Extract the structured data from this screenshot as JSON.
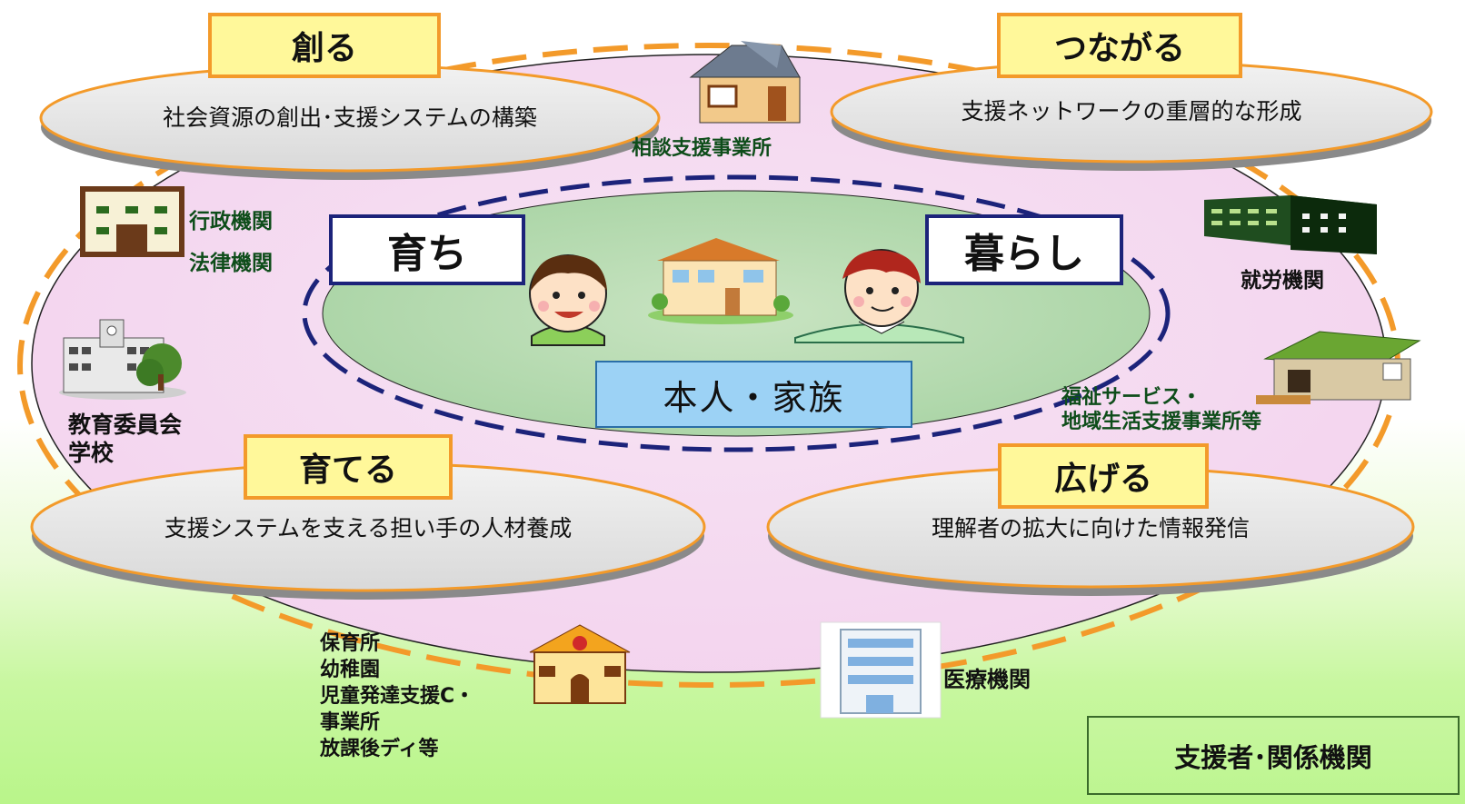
{
  "themes": {
    "create": {
      "title": "創る",
      "text": "社会資源の創出･支援システムの構築"
    },
    "connect": {
      "title": "つながる",
      "text": "支援ネットワークの重層的な形成"
    },
    "nurture": {
      "title": "育てる",
      "text": "支援システムを支える担い手の人材養成"
    },
    "spread": {
      "title": "広げる",
      "text": "理解者の拡大に向けた情報発信"
    }
  },
  "center": {
    "growth": "育ち",
    "living": "暮らし",
    "person_family": "本人・家族"
  },
  "agencies": {
    "consultation": "相談支援事業所",
    "admin": "行政機関",
    "legal": "法律機関",
    "education_1": "教育委員会",
    "education_2": "学校",
    "employment": "就労機関",
    "welfare_1": "福祉サービス・",
    "welfare_2": "地域生活支援事業所等",
    "childcare_1": "保育所",
    "childcare_2": "幼稚園",
    "childcare_3": "児童発達支援C・",
    "childcare_4": "事業所",
    "childcare_5": "放課後ディ等",
    "medical": "医療機関"
  },
  "footer": {
    "supporters": "支援者･関係機関"
  },
  "colors": {
    "badge_fill": "#fff89a",
    "badge_border": "#f39a2a",
    "phase_border": "#1c237a",
    "family_box": "#9cd2f5",
    "outer_dash": "#f39a2a",
    "inner_dash": "#1c237a",
    "agency_text": "#0e4d1a"
  },
  "icons": [
    "house-icon",
    "admin-building-icon",
    "school-icon",
    "factory-icon",
    "welfare-facility-icon",
    "nursery-icon",
    "hospital-icon",
    "boy-icon",
    "man-icon",
    "family-house-icon"
  ]
}
